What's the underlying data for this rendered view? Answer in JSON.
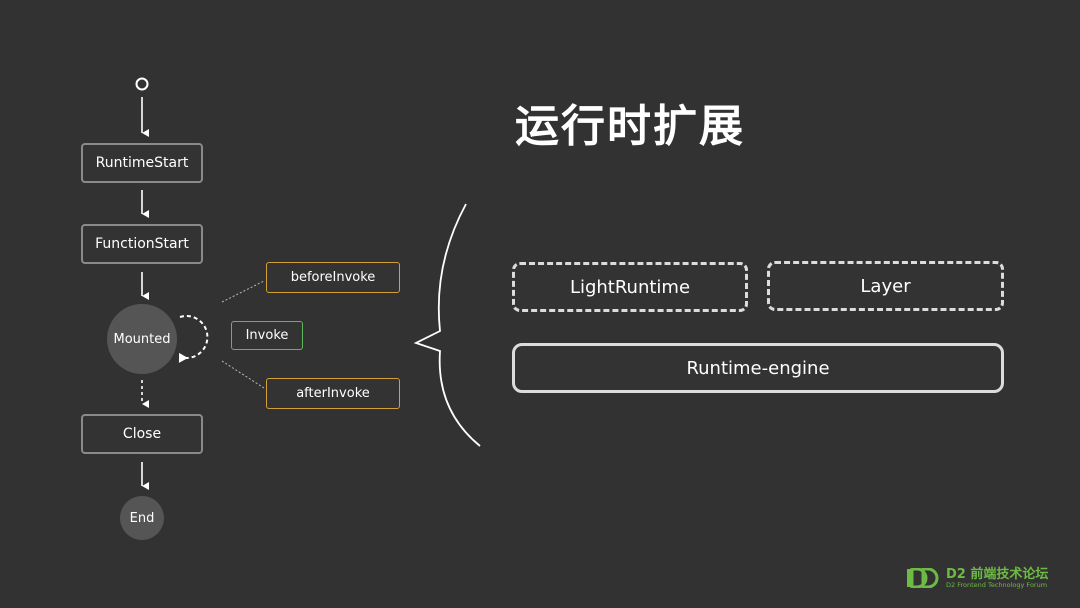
{
  "title": "运行时扩展",
  "lifecycle": {
    "nodes": {
      "runtime_start": "RuntimeStart",
      "function_start": "FunctionStart",
      "mounted": "Mounted",
      "close": "Close",
      "end": "End"
    },
    "hooks": {
      "before_invoke": "beforeInvoke",
      "invoke": "Invoke",
      "after_invoke": "afterInvoke"
    }
  },
  "extensions": {
    "light_runtime": "LightRuntime",
    "layer": "Layer",
    "runtime_engine": "Runtime-engine"
  },
  "logo": {
    "brand": "D2 前端技术论坛",
    "subtitle": "D2 Frontend Technology Forum"
  },
  "colors": {
    "background": "#323232",
    "hook_border": "#d4a035",
    "invoke_border": "#5cb85c",
    "logo_green": "#6dbb44"
  }
}
